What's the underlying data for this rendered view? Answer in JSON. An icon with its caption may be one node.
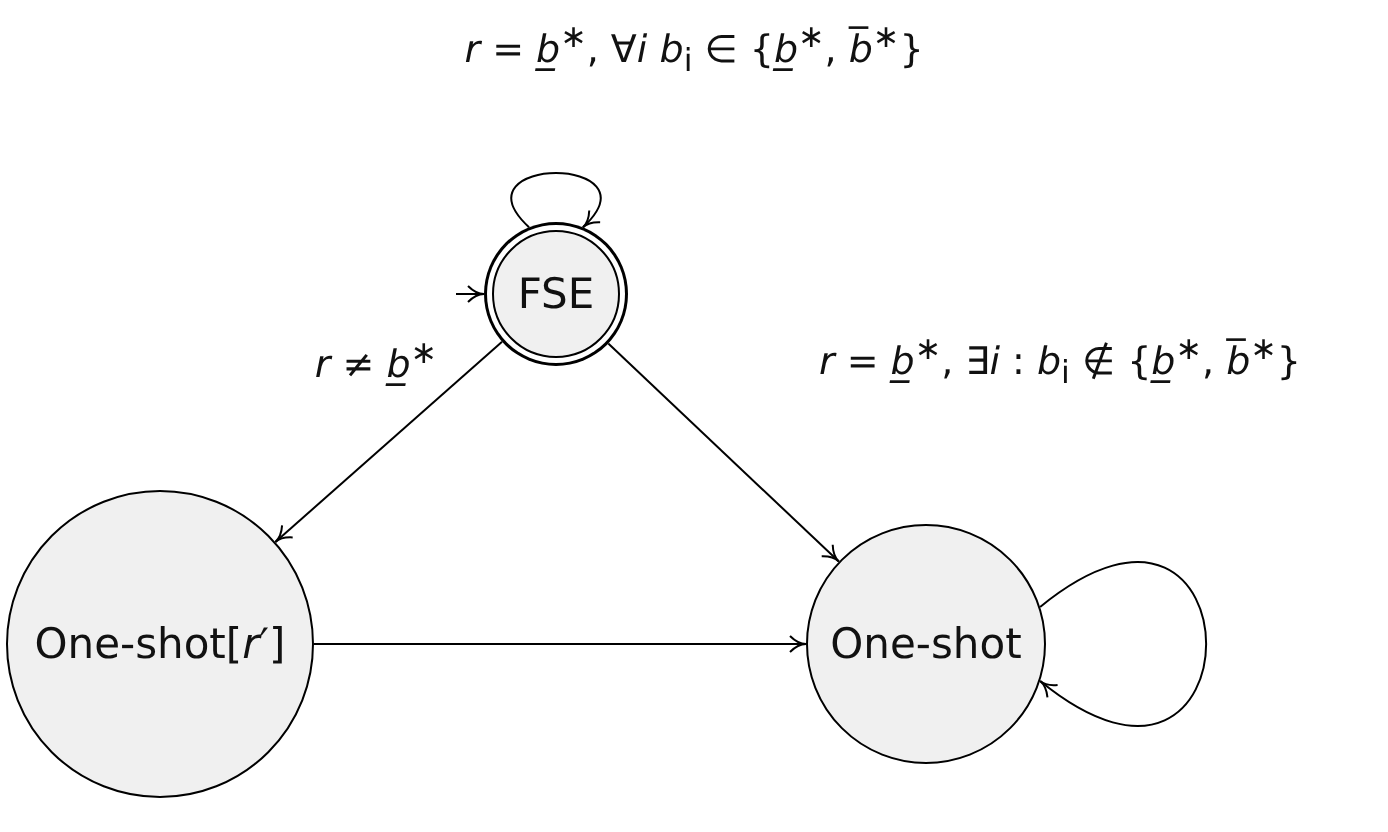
{
  "diagram": {
    "nodes": [
      {
        "text": [
          "FSE"
        ]
      },
      {
        "text": [
          "One-shot[*r*′]"
        ]
      },
      {
        "text": [
          "One-shot"
        ]
      }
    ],
    "edges": [
      {
        "from": 0,
        "to": 0,
        "arrow": "to",
        "label": "*r* = *b̲*$^{∗}$, ∀*i* *b*$_{i}$ ∈ {*b̲*$^{∗}$, *b̅*$^{∗}$}"
      },
      {
        "from": null,
        "to": 0,
        "arrow": "to"
      },
      {
        "from": 0,
        "to": 1,
        "arrow": "to",
        "label": "*r* ≠ *b̲*$^{∗}$"
      },
      {
        "from": 0,
        "to": 2,
        "arrow": "to",
        "label": "*r* = *b̲*$^{∗}$, ∃*i* :  *b*$_{i}$ ∉ {*b̲*$^{∗}$, *b̅*$^{∗}$}"
      },
      {
        "from": 1,
        "to": 2,
        "arrow": "to"
      },
      {
        "from": 2,
        "to": 2,
        "arrow": "to"
      }
    ]
  }
}
